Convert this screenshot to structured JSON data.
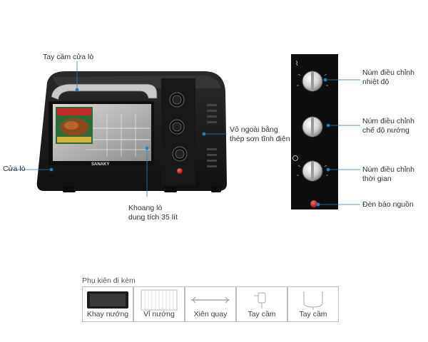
{
  "labels": {
    "handle": "Tay cầm cửa lò",
    "door": "Cửa lò",
    "cavity_l1": "Khoang lò",
    "cavity_l2": "dung tích 35 lít",
    "shell_l1": "Vỏ ngoài bằng",
    "shell_l2": "thép sơn tĩnh điện",
    "temp_l1": "Núm điều chỉnh",
    "temp_l2": "nhiệt độ",
    "mode_l1": "Núm điều chỉnh",
    "mode_l2": "chế độ nướng",
    "timer_l1": "Núm điều chỉnh",
    "timer_l2": "thời gian",
    "power_light": "Đèn báo nguồn"
  },
  "brand": "SANAKY",
  "accessories": {
    "title": "Phụ kiện đi kèm",
    "items": [
      "Khay nướng",
      "Vỉ nướng",
      "Xiên quay",
      "Tay cầm",
      "Tay cầm"
    ]
  },
  "colors": {
    "oven_body": "#1c1c1c",
    "leader_line": "#2b7fb8",
    "power_light": "#c0262c"
  }
}
